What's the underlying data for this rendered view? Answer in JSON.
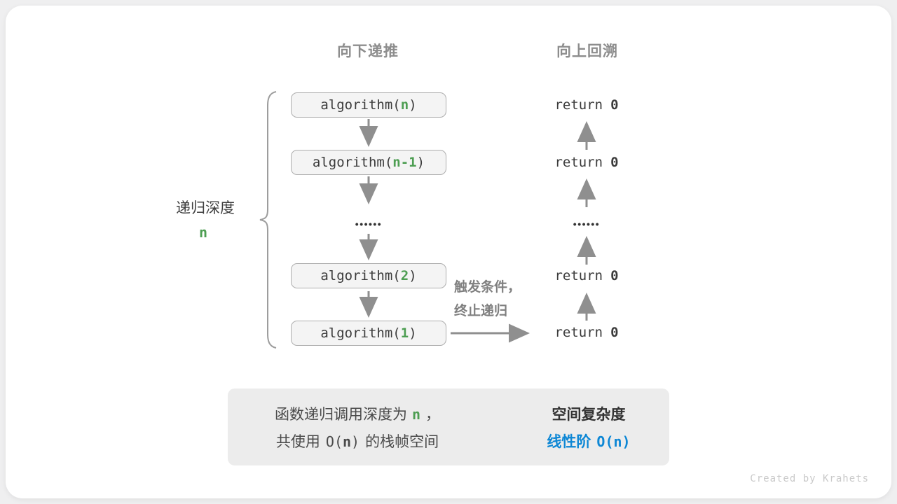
{
  "headers": {
    "recurse_down": "向下递推",
    "backtrack_up": "向上回溯"
  },
  "depth_brace": {
    "label": "递归深度",
    "value": "n"
  },
  "call_boxes": [
    {
      "pre": "algorithm(",
      "arg": "n",
      "post": ")"
    },
    {
      "pre": "algorithm(",
      "arg": "n-1",
      "post": ")"
    },
    {
      "pre": "algorithm(",
      "arg": "2",
      "post": ")"
    },
    {
      "pre": "algorithm(",
      "arg": "1",
      "post": ")"
    }
  ],
  "returns": [
    {
      "keyword": "return",
      "value": "0"
    },
    {
      "keyword": "return",
      "value": "0"
    },
    {
      "keyword": "return",
      "value": "0"
    },
    {
      "keyword": "return",
      "value": "0"
    }
  ],
  "ellipsis": "••••••",
  "trigger_note": {
    "line1": "触发条件，",
    "line2": "终止递归"
  },
  "summary": {
    "line1_text": "函数递归调用深度为",
    "line1_var": "n",
    "line1_punct": "，",
    "line2_prefix": "共使用",
    "line2_code_open": "O(",
    "line2_var": "n",
    "line2_code_close": ")",
    "line2_suffix": "的栈帧空间",
    "title": "空间复杂度",
    "result_label": "线性阶",
    "result_code_open": "O(",
    "result_var": "n",
    "result_code_close": ")"
  },
  "credit": "Created by Krahets",
  "colors": {
    "green": "#4d9e52",
    "blue": "#0d87d5",
    "arrow_gray": "#8f8f8f",
    "header_gray": "#8d8d8d",
    "code_dark": "#3b3b3b",
    "box_bg": "#f4f4f4",
    "box_border": "#aeaeae",
    "summary_bg": "#ececec",
    "card_bg": "#ffffff",
    "page_bg": "#efeff0"
  }
}
